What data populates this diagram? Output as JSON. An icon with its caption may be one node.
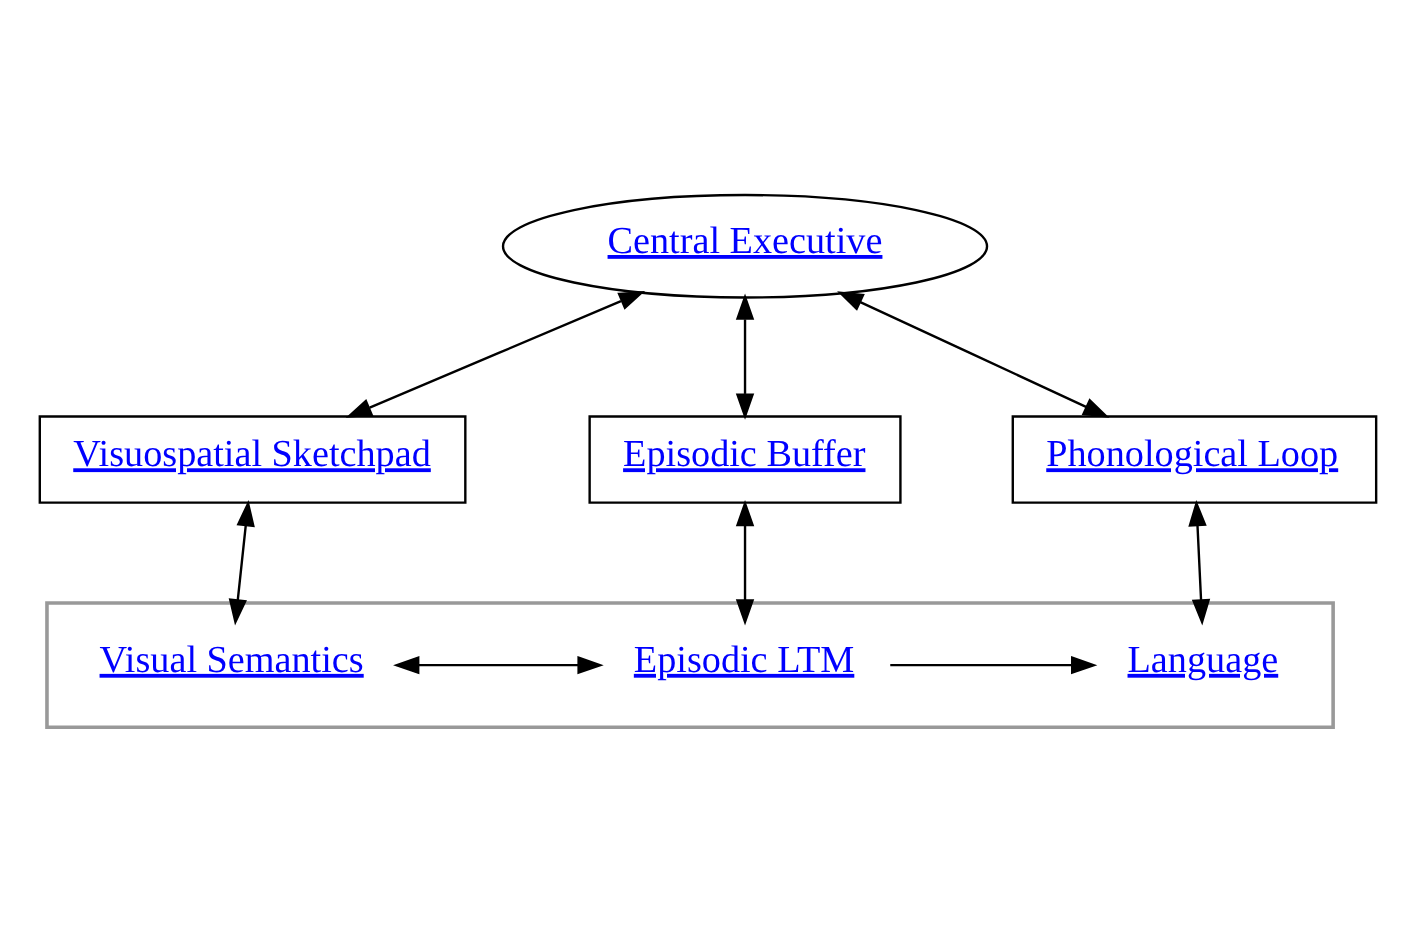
{
  "diagram": {
    "nodes": [
      {
        "text": [
          "Central Executive"
        ]
      },
      {
        "text": [
          "Visuospatial Sketchpad"
        ]
      },
      {
        "text": [
          "Episodic Buffer"
        ]
      },
      {
        "text": [
          "Phonological Loop"
        ]
      },
      {
        "text": [],
        "shape": "box"
      },
      {
        "text": [
          "Visual Semantics"
        ],
        "in": 4
      },
      {
        "text": [
          "Episodic LTM"
        ],
        "in": 4
      },
      {
        "text": [
          "Language"
        ],
        "in": 4
      }
    ],
    "edges": [
      {
        "from": 0,
        "to": 1,
        "arrow": "both"
      },
      {
        "from": 0,
        "to": 2,
        "arrow": "both"
      },
      {
        "from": 0,
        "to": 3,
        "arrow": "both"
      },
      {
        "from": 1,
        "to": 5,
        "arrow": "both"
      },
      {
        "from": 2,
        "to": 6,
        "arrow": "both"
      },
      {
        "from": 3,
        "to": 7,
        "arrow": "both"
      },
      {
        "from": 5,
        "to": 6,
        "arrow": "both"
      },
      {
        "from": 6,
        "to": 7,
        "arrow": "to"
      }
    ]
  }
}
